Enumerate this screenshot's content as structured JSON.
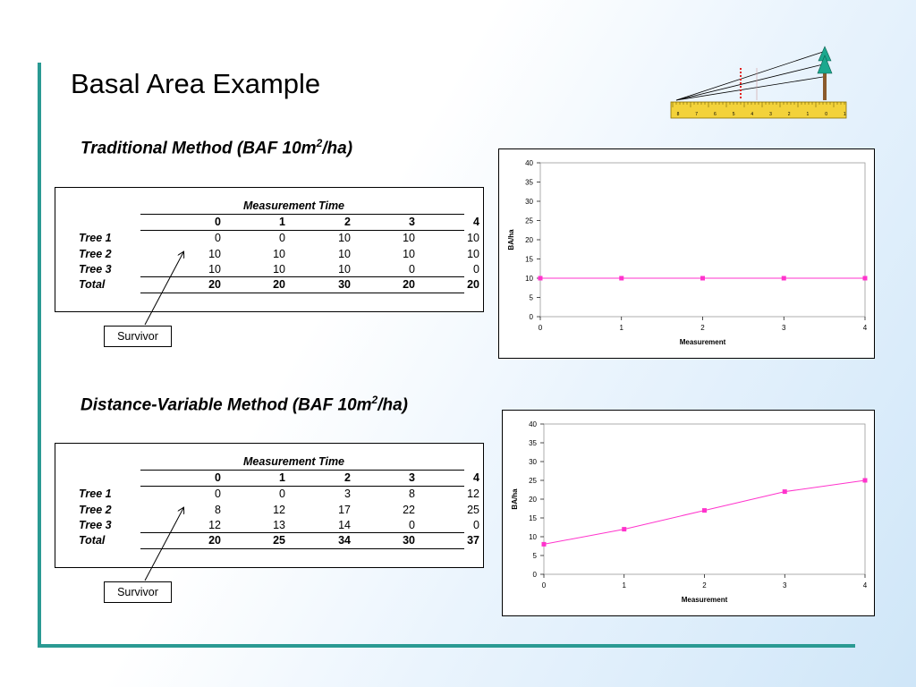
{
  "title": "Basal Area Example",
  "sections": [
    {
      "subtitle_main": "Traditional Method (BAF 10m",
      "subtitle_sup": "2",
      "subtitle_tail": "/ha)",
      "table": {
        "header": "Measurement Time",
        "columns": [
          "0",
          "1",
          "2",
          "3",
          "4"
        ],
        "rows": [
          {
            "label": "Tree 1",
            "values": [
              "0",
              "0",
              "10",
              "10",
              "10"
            ]
          },
          {
            "label": "Tree 2",
            "values": [
              "10",
              "10",
              "10",
              "10",
              "10"
            ]
          },
          {
            "label": "Tree 3",
            "values": [
              "10",
              "10",
              "10",
              "0",
              "0"
            ]
          }
        ],
        "total": {
          "label": "Total",
          "values": [
            "20",
            "20",
            "30",
            "20",
            "20"
          ]
        }
      },
      "callout": "Survivor"
    },
    {
      "subtitle_main": "Distance-Variable Method (BAF 10m",
      "subtitle_sup": "2",
      "subtitle_tail": "/ha)",
      "table": {
        "header": "Measurement Time",
        "columns": [
          "0",
          "1",
          "2",
          "3",
          "4"
        ],
        "rows": [
          {
            "label": "Tree 1",
            "values": [
              "0",
              "0",
              "3",
              "8",
              "12"
            ]
          },
          {
            "label": "Tree 2",
            "values": [
              "8",
              "12",
              "17",
              "22",
              "25"
            ]
          },
          {
            "label": "Tree 3",
            "values": [
              "12",
              "13",
              "14",
              "0",
              "0"
            ]
          }
        ],
        "total": {
          "label": "Total",
          "values": [
            "20",
            "25",
            "34",
            "30",
            "37"
          ]
        }
      },
      "callout": "Survivor"
    }
  ],
  "chart_data": [
    {
      "type": "line",
      "x": [
        0,
        1,
        2,
        3,
        4
      ],
      "series": [
        {
          "values": [
            10,
            10,
            10,
            10,
            10
          ]
        }
      ],
      "xlabel": "Measurement",
      "ylabel": "BA/ha",
      "ylim": [
        0,
        40
      ],
      "xlim": [
        0,
        4
      ],
      "yticks": [
        0,
        5,
        10,
        15,
        20,
        25,
        30,
        35,
        40
      ],
      "xticks": [
        0,
        1,
        2,
        3,
        4
      ],
      "grid": false,
      "color": "#ff33cc"
    },
    {
      "type": "line",
      "x": [
        0,
        1,
        2,
        3,
        4
      ],
      "series": [
        {
          "values": [
            8,
            12,
            17,
            22,
            25
          ]
        }
      ],
      "xlabel": "Measurement",
      "ylabel": "BA/ha",
      "ylim": [
        0,
        40
      ],
      "xlim": [
        0,
        4
      ],
      "yticks": [
        0,
        5,
        10,
        15,
        20,
        25,
        30,
        35,
        40
      ],
      "xticks": [
        0,
        1,
        2,
        3,
        4
      ],
      "grid": false,
      "color": "#ff33cc"
    }
  ],
  "ruler": {
    "marks": [
      "8",
      "7",
      "6",
      "5",
      "4",
      "3",
      "2",
      "1",
      "0",
      "1"
    ],
    "ruler_color": "#f3d23a",
    "tree_color": "#1aa88e"
  }
}
